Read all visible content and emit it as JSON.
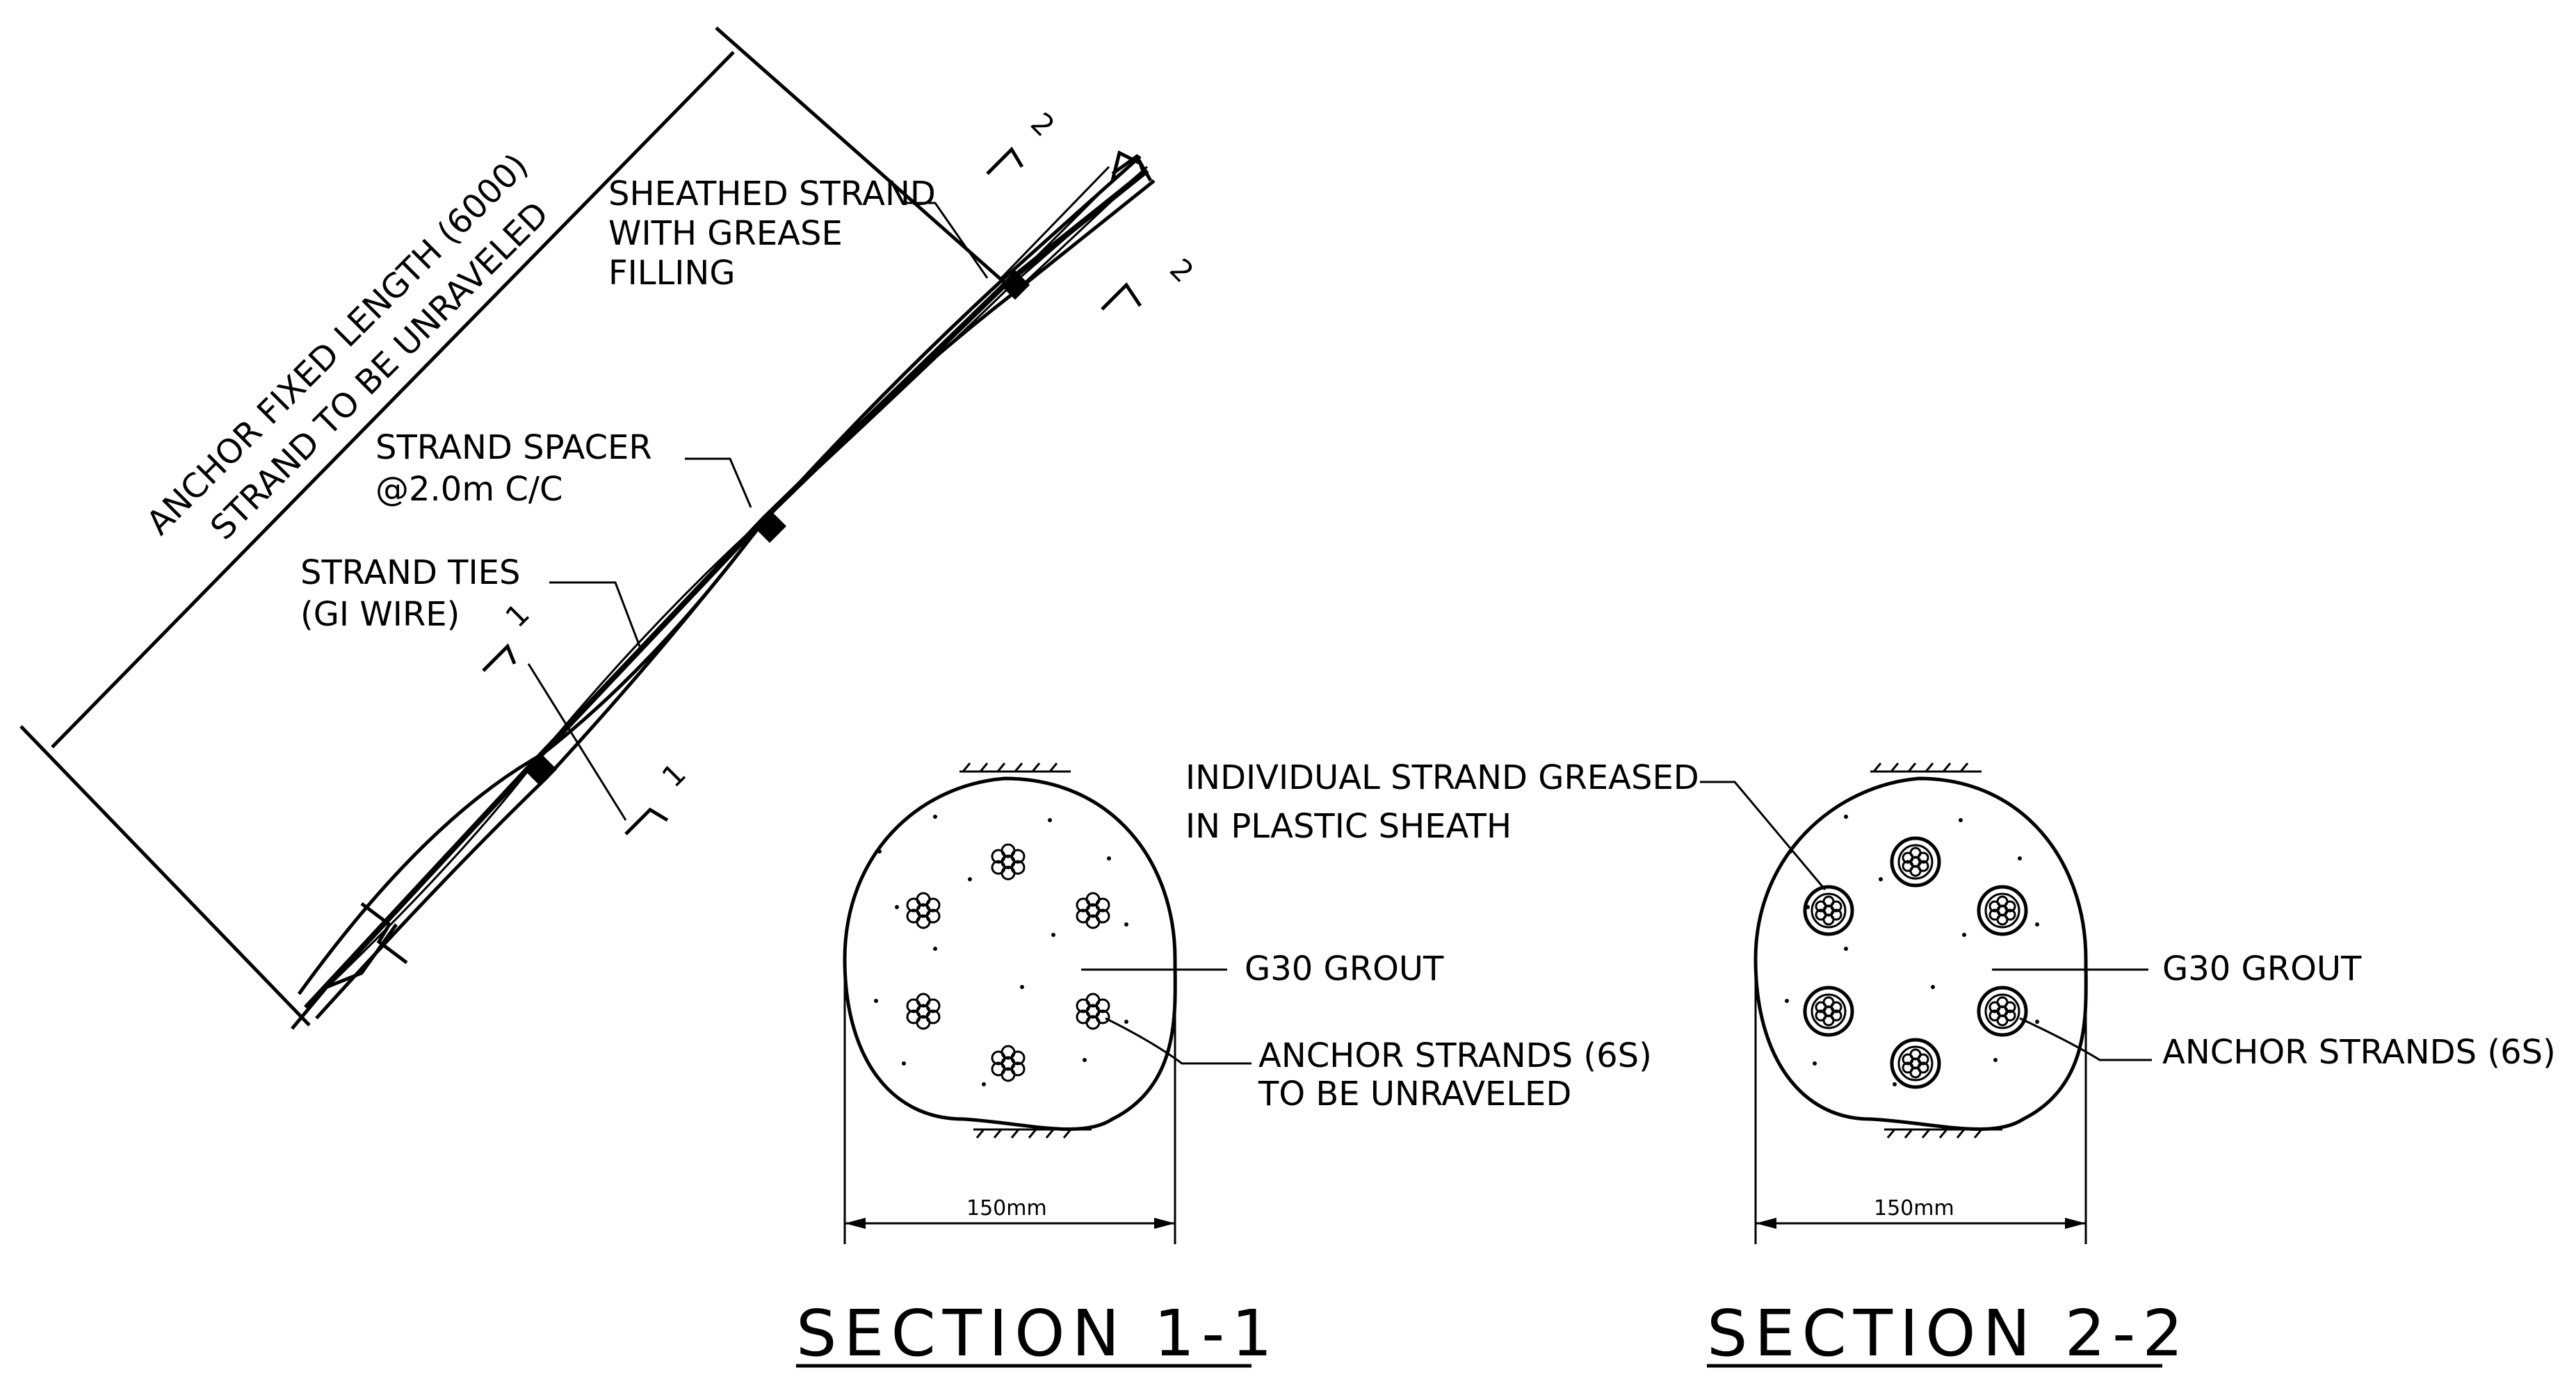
{
  "elevation": {
    "dimension_label_line1": "ANCHOR FIXED LENGTH (6000)",
    "dimension_label_line2": "STRAND TO BE UNRAVELED",
    "sheathed_strand": [
      "SHEATHED STRAND",
      "WITH GREASE",
      "FILLING"
    ],
    "strand_spacer": [
      "STRAND SPACER",
      "@2.0m C/C"
    ],
    "strand_ties": [
      "STRAND TIES",
      "(GI WIRE)"
    ],
    "cut_1": "1",
    "cut_2": "2"
  },
  "section_1": {
    "title": "SECTION 1-1",
    "grout_label": "G30 GROUT",
    "strands_label": [
      "ANCHOR STRANDS (6S)",
      "TO BE UNRAVELED"
    ],
    "width_label": "150mm"
  },
  "section_2": {
    "title": "SECTION 2-2",
    "sheath_label": [
      "INDIVIDUAL STRAND GREASED",
      "IN PLASTIC SHEATH"
    ],
    "grout_label": "G30 GROUT",
    "strands_label": "ANCHOR STRANDS (6S)",
    "width_label": "150mm"
  },
  "colors": {
    "ink": "#000000",
    "background": "#ffffff"
  }
}
